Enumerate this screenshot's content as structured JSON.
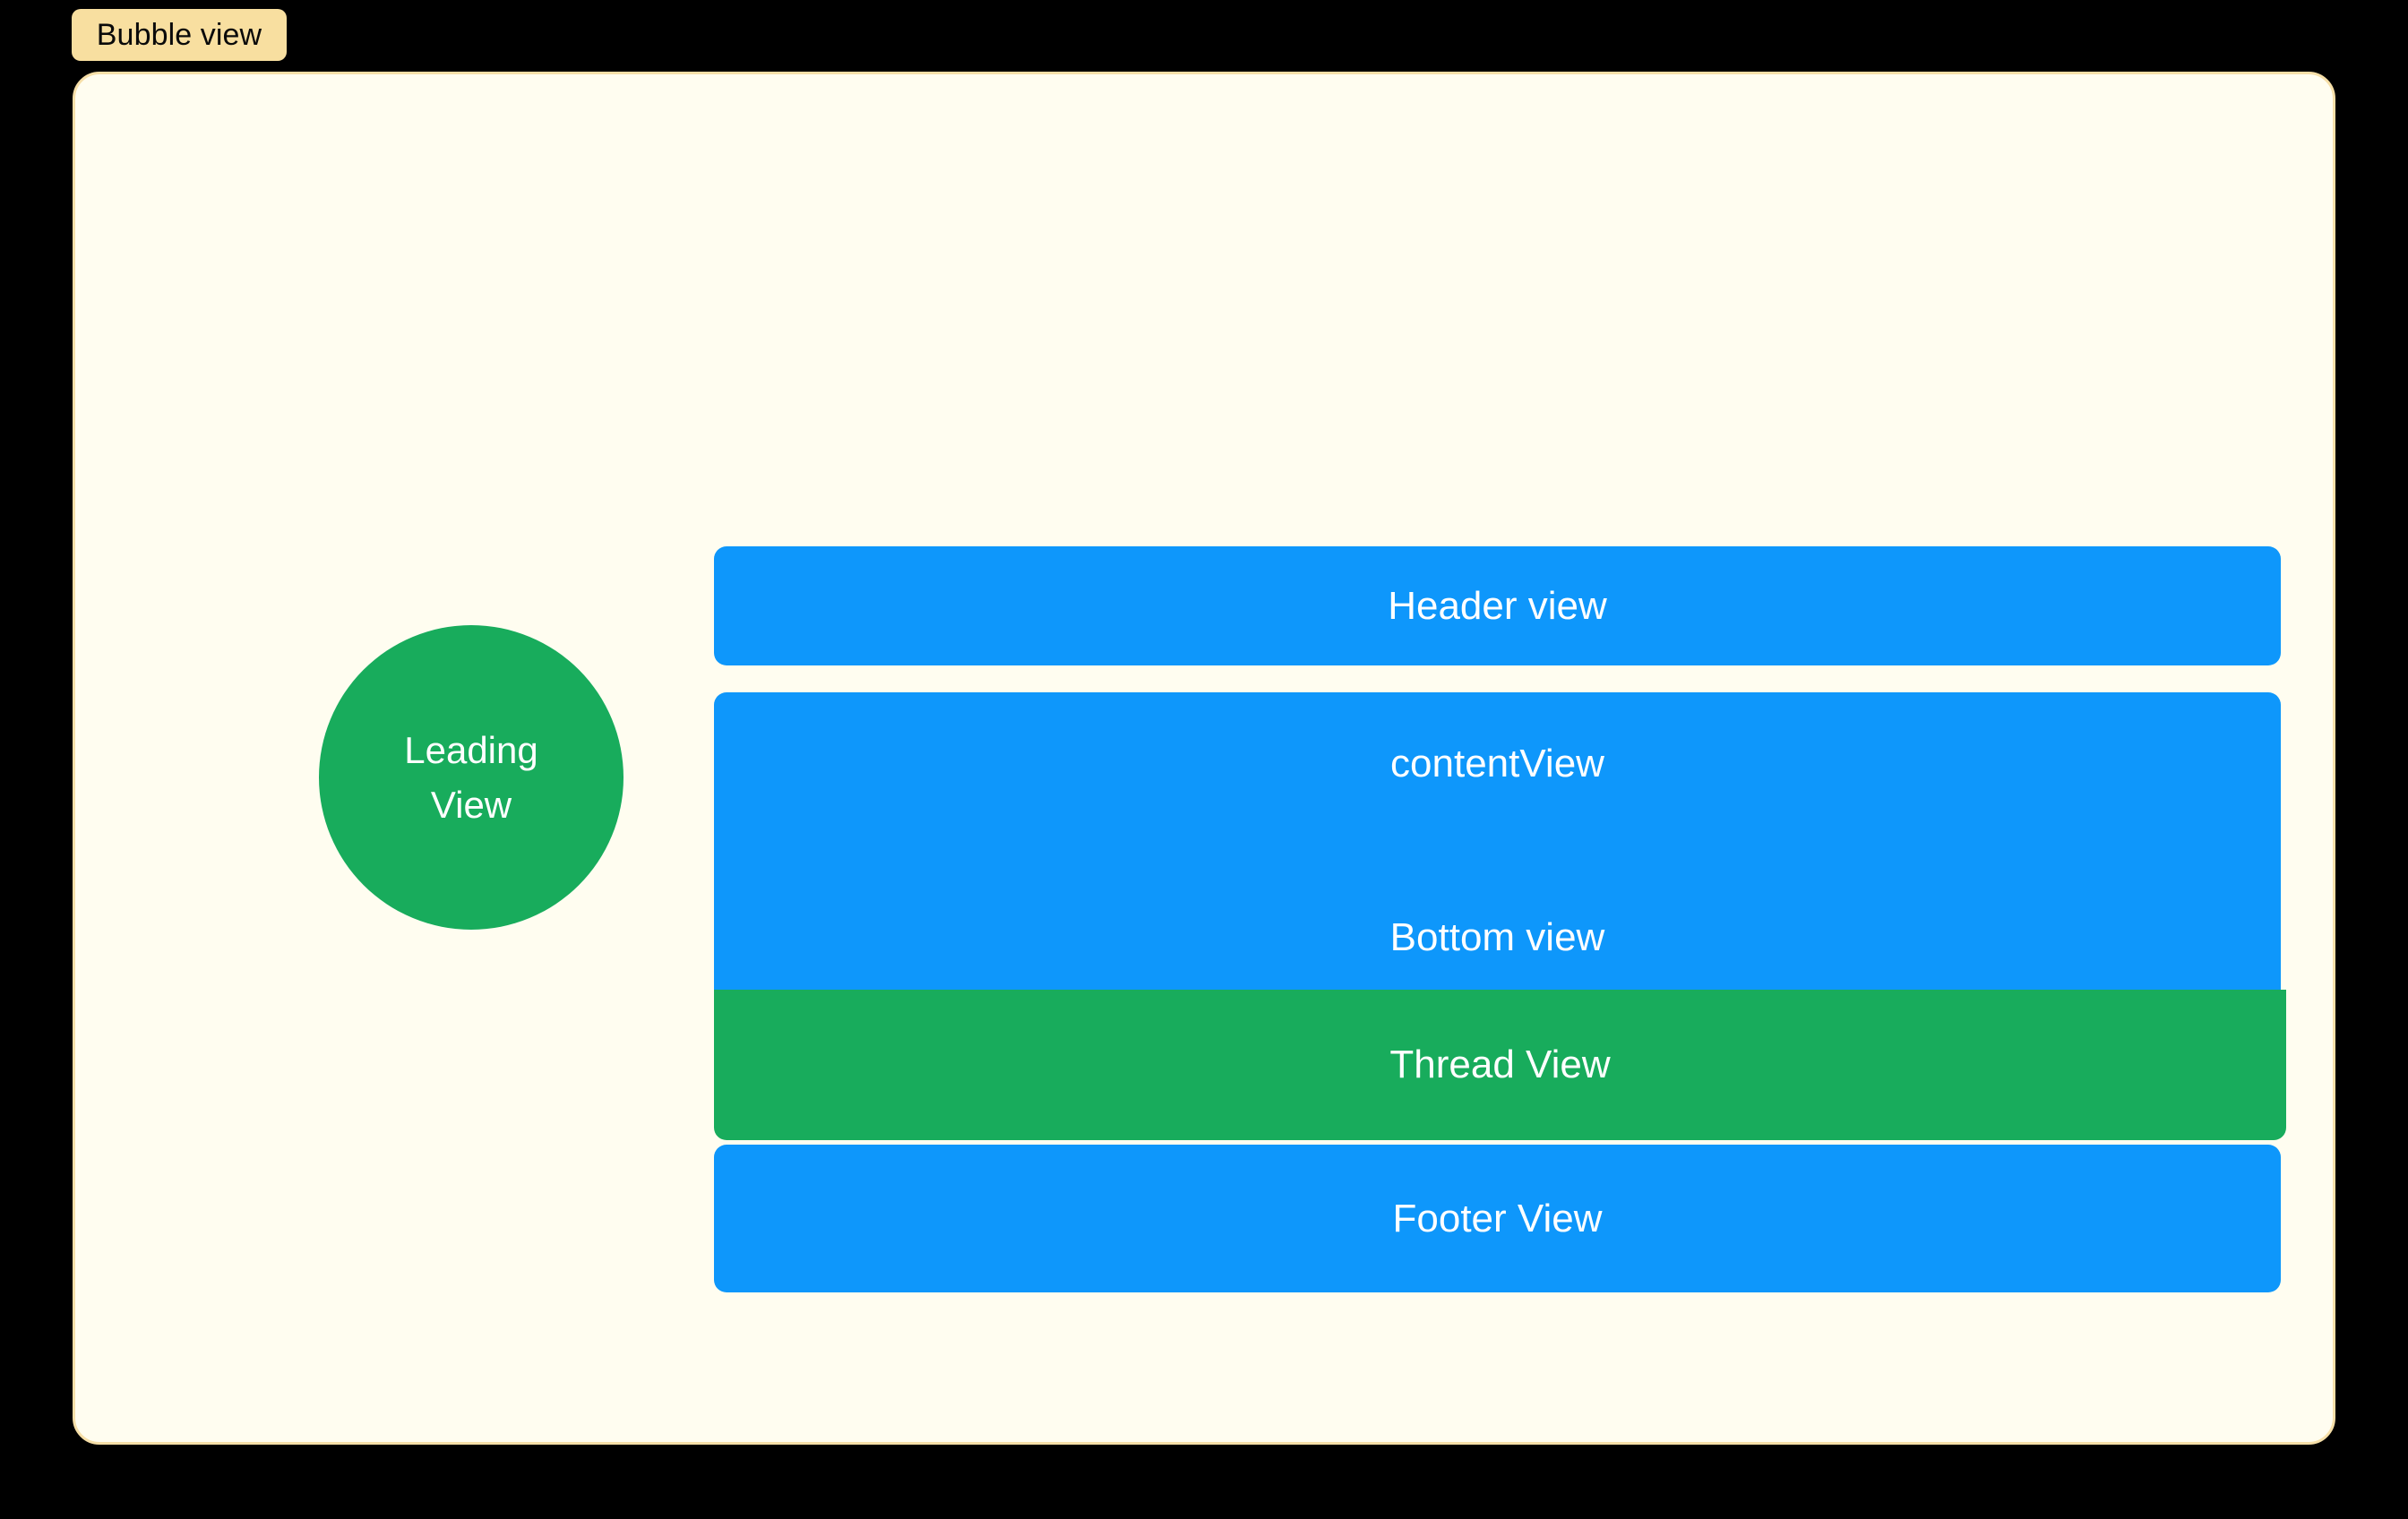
{
  "page": {
    "background_color": "#000000"
  },
  "badge": {
    "label": "Bubble view",
    "background_color": "#F8DFA0",
    "text_color": "#0A0A0A"
  },
  "card": {
    "background_color": "#FFFDF0",
    "border_color": "#F6DFA8"
  },
  "leading_view": {
    "line1": "Leading",
    "line2": "View",
    "background_color": "#18AC5C",
    "text_color": "#FFFFFF"
  },
  "stack": {
    "header": {
      "label": "Header view",
      "background_color": "#0E97FB",
      "text_color": "#FFFFFF"
    },
    "content": {
      "label": "contentView",
      "bottom_label": "Bottom view",
      "background_color": "#0E97FB",
      "text_color": "#FFFFFF"
    },
    "thread": {
      "label": "Thread View",
      "background_color": "#18AC5C",
      "text_color": "#FFFFFF"
    },
    "footer": {
      "label": "Footer View",
      "background_color": "#0E97FB",
      "text_color": "#FFFFFF"
    }
  }
}
